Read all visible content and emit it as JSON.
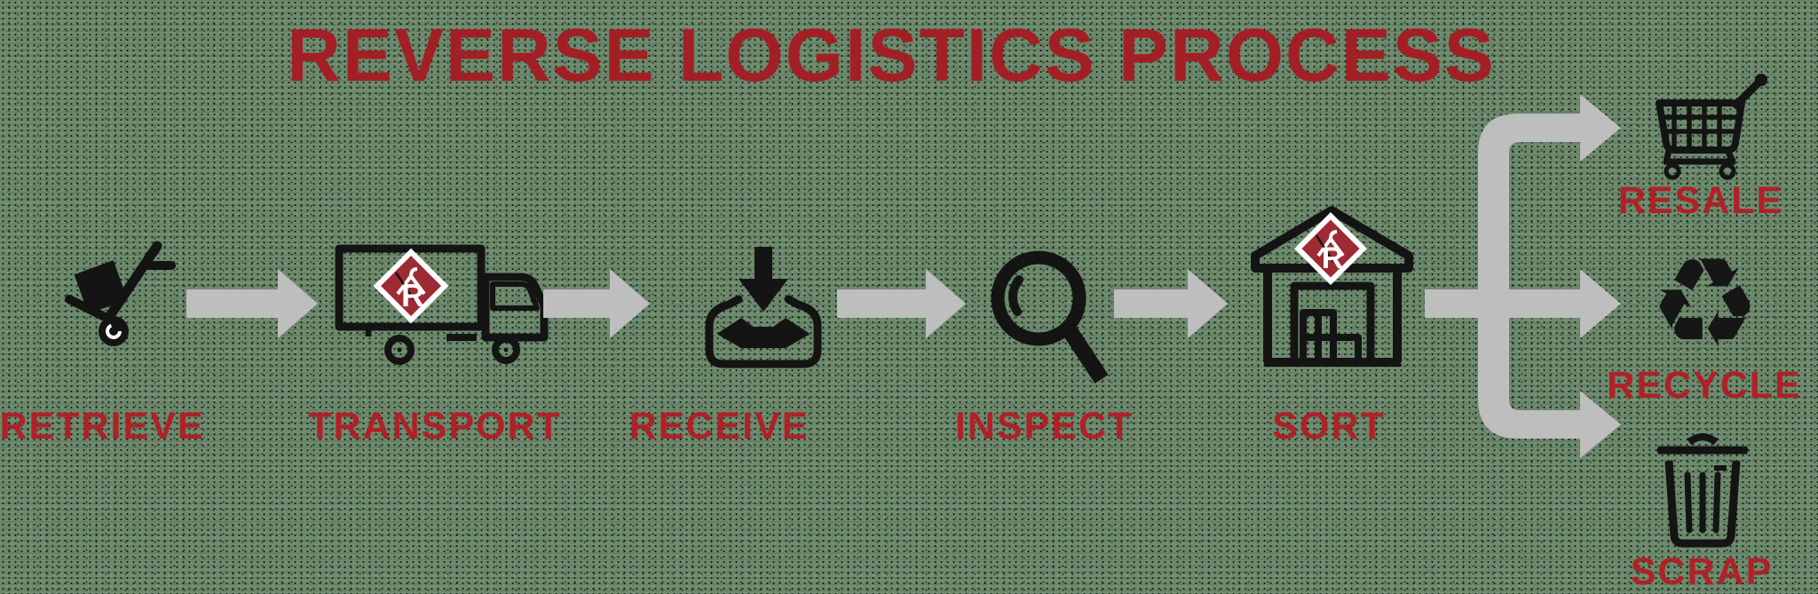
{
  "title": "REVERSE LOGISTICS PROCESS",
  "steps": [
    {
      "label": "RETRIEVE",
      "icon": "hand-truck-icon"
    },
    {
      "label": "TRANSPORT",
      "icon": "box-truck-icon"
    },
    {
      "label": "RECEIVE",
      "icon": "inbox-tray-icon"
    },
    {
      "label": "INSPECT",
      "icon": "magnifying-glass-icon"
    },
    {
      "label": "SORT",
      "icon": "warehouse-icon"
    }
  ],
  "outcomes": [
    {
      "label": "RESALE",
      "icon": "shopping-cart-icon"
    },
    {
      "label": "RECYCLE",
      "icon": "recycle-symbol-icon",
      "glyph": "♻"
    },
    {
      "label": "SCRAP",
      "icon": "trash-can-icon"
    }
  ],
  "logo": {
    "letter": "R"
  },
  "colors": {
    "title_red": "#a22025",
    "label_red": "#ae2227",
    "logo_red": "#9e2b33",
    "arrow_gray": "#bebebe",
    "icon_black": "#141414",
    "background_green": "#6e8b6e"
  }
}
